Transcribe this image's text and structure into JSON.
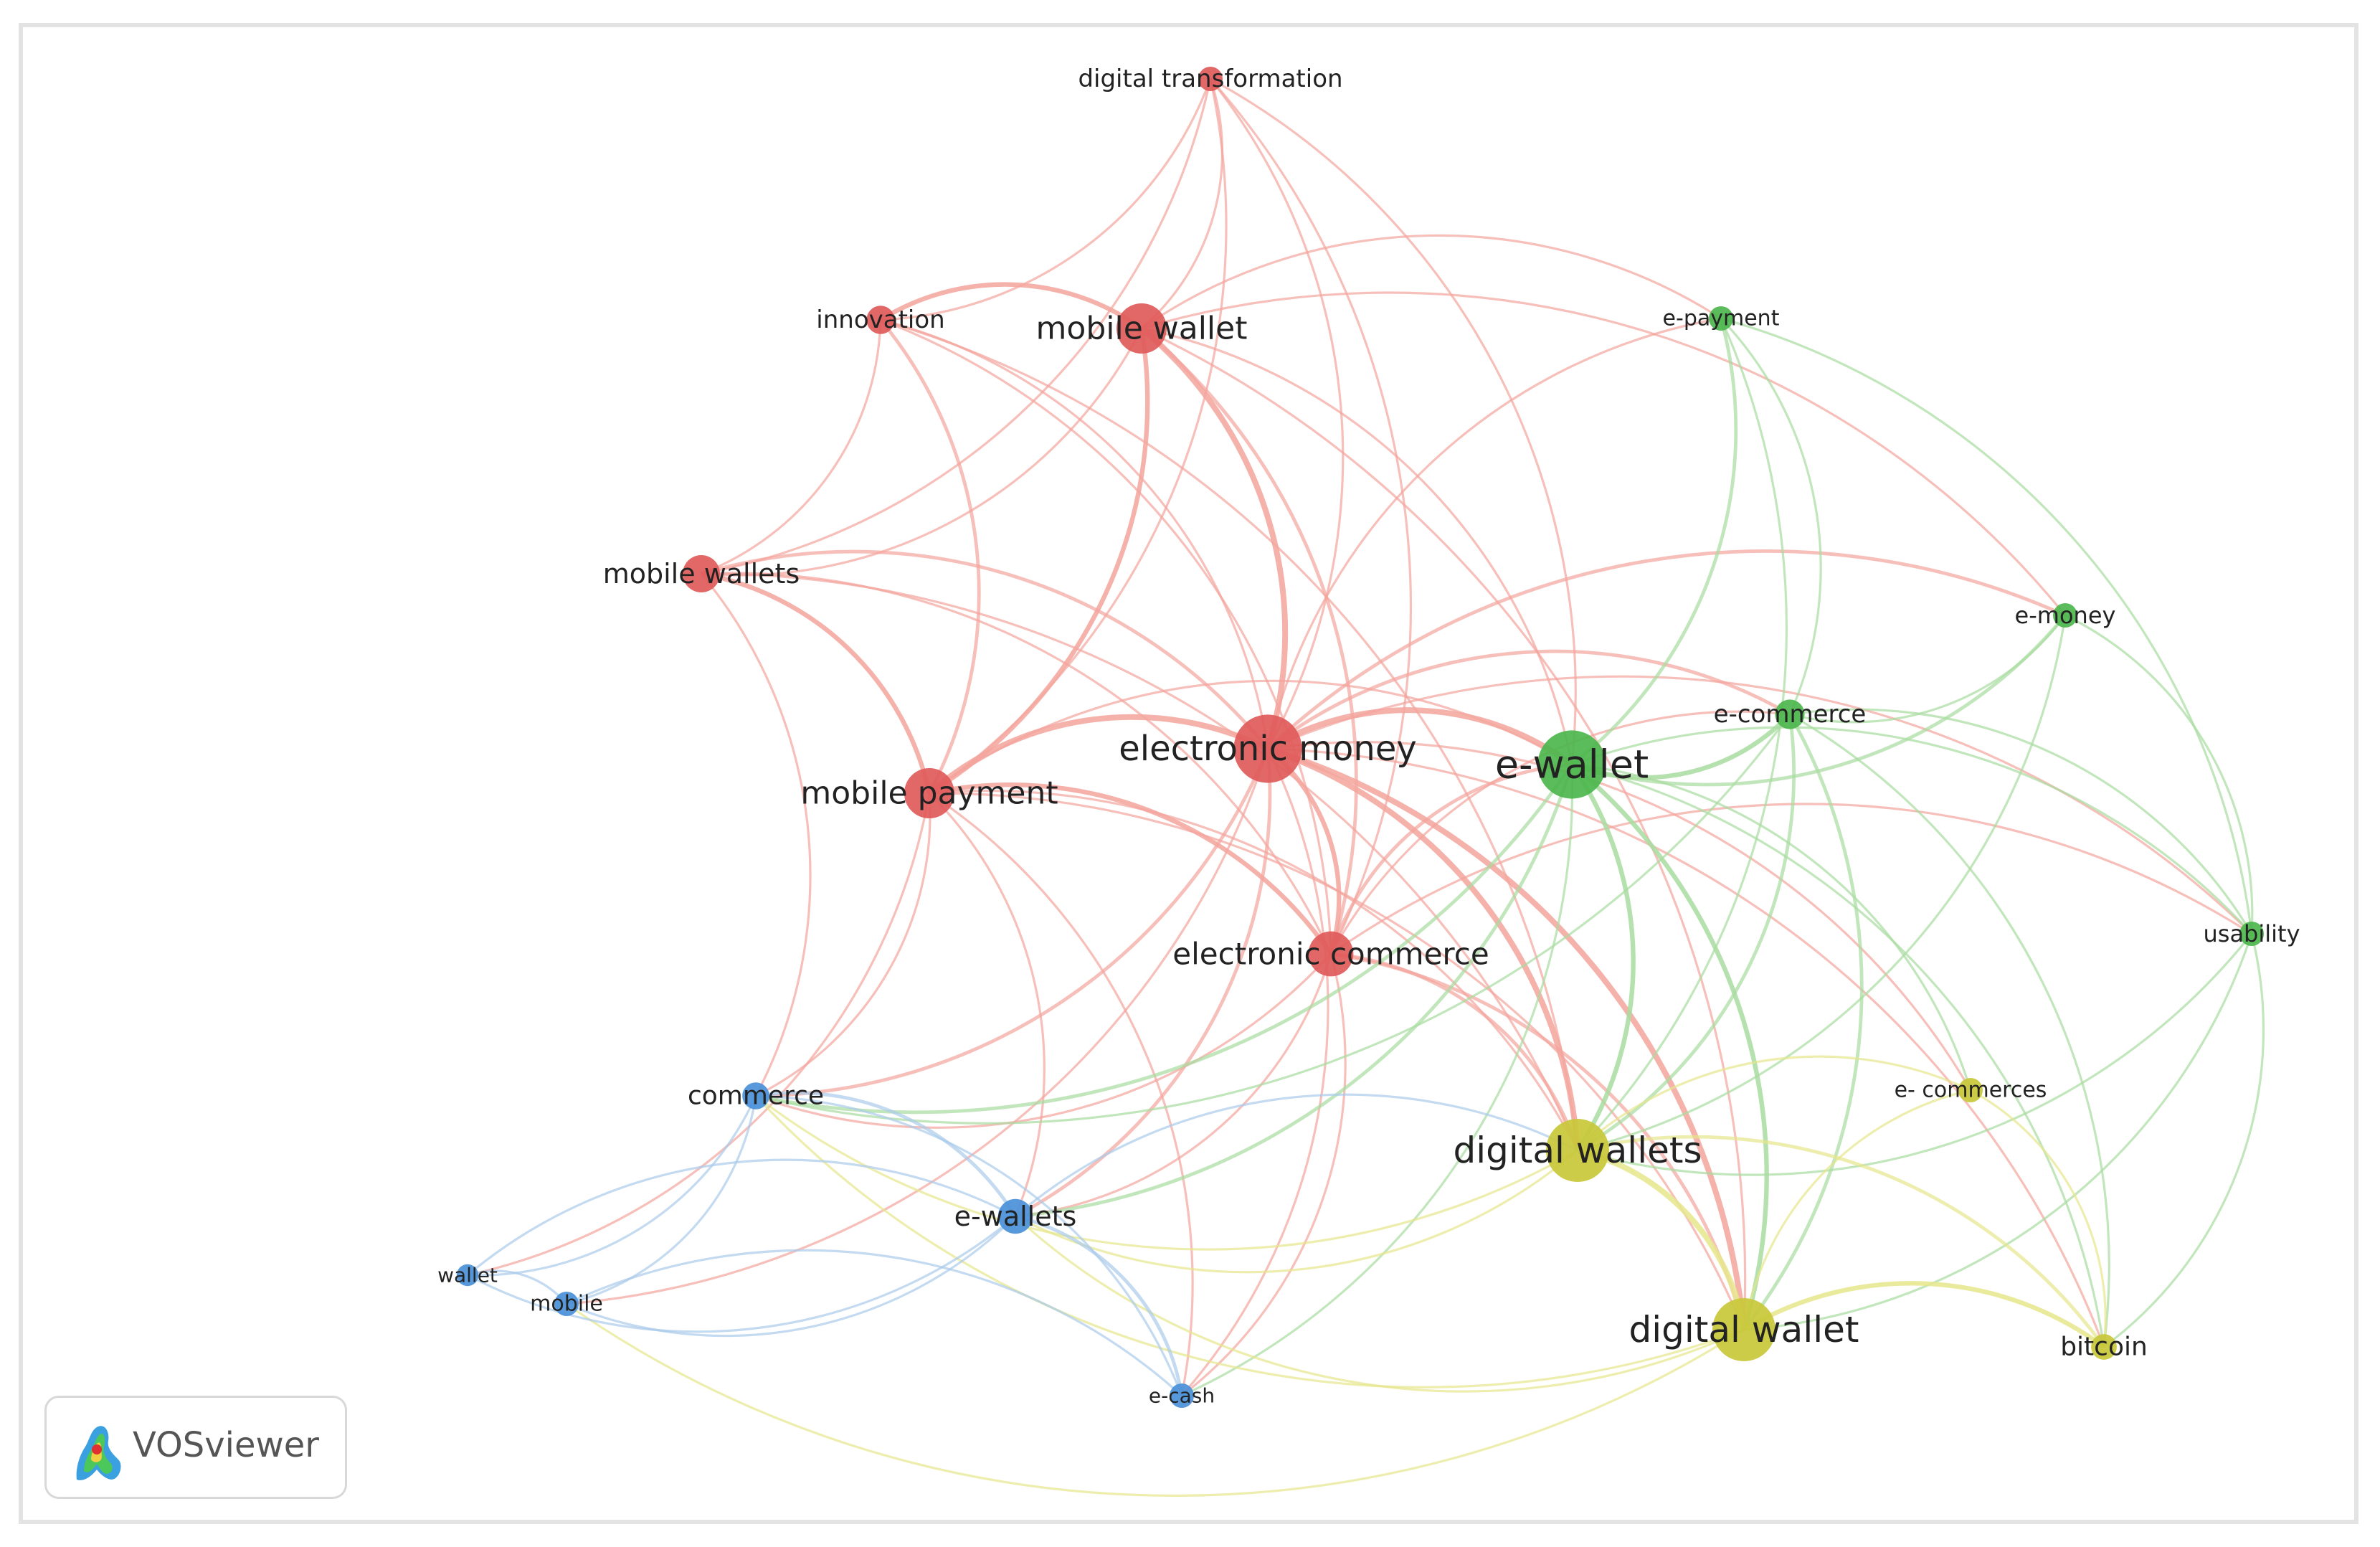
{
  "app": {
    "logo_text": "VOSviewer"
  },
  "clusters": {
    "1": "#e05a5a",
    "2": "#4cb64c",
    "3": "#c8c83a",
    "4": "#4a90d9"
  },
  "edge_colors": {
    "1": "#f3a49c",
    "2": "#a8dca0",
    "3": "#e6e68c",
    "4": "#a9cbea"
  },
  "nodes": [
    {
      "id": "digital_transformation",
      "label": "digital transformation",
      "cluster": 1,
      "weight": 1
    },
    {
      "id": "innovation",
      "label": "innovation",
      "cluster": 1,
      "weight": 1.3
    },
    {
      "id": "mobile_wallet",
      "label": "mobile wallet",
      "cluster": 1,
      "weight": 3
    },
    {
      "id": "mobile_wallets",
      "label": "mobile wallets",
      "cluster": 1,
      "weight": 2
    },
    {
      "id": "mobile_payment",
      "label": "mobile payment",
      "cluster": 1,
      "weight": 3
    },
    {
      "id": "electronic_money",
      "label": "electronic money",
      "cluster": 1,
      "weight": 4.4
    },
    {
      "id": "electronic_commerce",
      "label": "electronic commerce",
      "cluster": 1,
      "weight": 2.6
    },
    {
      "id": "e_payment",
      "label": "e-payment",
      "cluster": 2,
      "weight": 1
    },
    {
      "id": "e_money",
      "label": "e-money",
      "cluster": 2,
      "weight": 1
    },
    {
      "id": "e_commerce",
      "label": "e-commerce",
      "cluster": 2,
      "weight": 1.4
    },
    {
      "id": "e_wallet",
      "label": "e-wallet",
      "cluster": 2,
      "weight": 4.4
    },
    {
      "id": "usability",
      "label": "usability",
      "cluster": 2,
      "weight": 1
    },
    {
      "id": "digital_wallets",
      "label": "digital wallets",
      "cluster": 3,
      "weight": 4
    },
    {
      "id": "digital_wallet",
      "label": "digital wallet",
      "cluster": 3,
      "weight": 4
    },
    {
      "id": "e_commerces",
      "label": "e- commerces",
      "cluster": 3,
      "weight": 1
    },
    {
      "id": "bitcoin",
      "label": "bitcoin",
      "cluster": 3,
      "weight": 1.1
    },
    {
      "id": "commerce",
      "label": "commerce",
      "cluster": 4,
      "weight": 1.2
    },
    {
      "id": "e_wallets",
      "label": "e-wallets",
      "cluster": 4,
      "weight": 1.8
    },
    {
      "id": "wallet",
      "label": "wallet",
      "cluster": 4,
      "weight": 0.8
    },
    {
      "id": "mobile",
      "label": "mobile",
      "cluster": 4,
      "weight": 1
    },
    {
      "id": "e_cash",
      "label": "e-cash",
      "cluster": 4,
      "weight": 1
    }
  ],
  "links": [
    [
      "digital_transformation",
      "mobile_wallet",
      1
    ],
    [
      "digital_transformation",
      "innovation",
      1
    ],
    [
      "digital_transformation",
      "mobile_payment",
      1
    ],
    [
      "digital_transformation",
      "electronic_money",
      1
    ],
    [
      "digital_transformation",
      "e_wallet",
      1
    ],
    [
      "digital_transformation",
      "mobile_wallets",
      1
    ],
    [
      "digital_transformation",
      "electronic_commerce",
      1
    ],
    [
      "innovation",
      "mobile_wallet",
      3
    ],
    [
      "innovation",
      "mobile_wallets",
      1
    ],
    [
      "innovation",
      "mobile_payment",
      2
    ],
    [
      "innovation",
      "electronic_money",
      1
    ],
    [
      "innovation",
      "electronic_commerce",
      1
    ],
    [
      "innovation",
      "digital_wallets",
      1
    ],
    [
      "mobile_wallet",
      "mobile_wallets",
      1
    ],
    [
      "mobile_wallet",
      "mobile_payment",
      3
    ],
    [
      "mobile_wallet",
      "electronic_money",
      4
    ],
    [
      "mobile_wallet",
      "electronic_commerce",
      2
    ],
    [
      "mobile_wallet",
      "e_wallet",
      1
    ],
    [
      "mobile_wallet",
      "e_payment",
      1
    ],
    [
      "mobile_wallet",
      "digital_wallet",
      1
    ],
    [
      "mobile_wallet",
      "e_money",
      1
    ],
    [
      "mobile_wallets",
      "mobile_payment",
      3
    ],
    [
      "mobile_wallets",
      "electronic_money",
      2
    ],
    [
      "mobile_wallets",
      "electronic_commerce",
      1
    ],
    [
      "mobile_wallets",
      "commerce",
      1
    ],
    [
      "mobile_wallets",
      "digital_wallets",
      1
    ],
    [
      "mobile_payment",
      "electronic_money",
      4
    ],
    [
      "mobile_payment",
      "electronic_commerce",
      3
    ],
    [
      "mobile_payment",
      "e_wallet",
      1
    ],
    [
      "mobile_payment",
      "commerce",
      1
    ],
    [
      "mobile_payment",
      "e_wallets",
      1
    ],
    [
      "mobile_payment",
      "digital_wallet",
      1
    ],
    [
      "mobile_payment",
      "wallet",
      1
    ],
    [
      "mobile_payment",
      "digital_wallets",
      1
    ],
    [
      "mobile_payment",
      "e_cash",
      1
    ],
    [
      "electronic_money",
      "e_wallet",
      4
    ],
    [
      "electronic_money",
      "electronic_commerce",
      3
    ],
    [
      "electronic_money",
      "digital_wallets",
      4
    ],
    [
      "electronic_money",
      "digital_wallet",
      4
    ],
    [
      "electronic_money",
      "e_commerce",
      2
    ],
    [
      "electronic_money",
      "e_payment",
      1
    ],
    [
      "electronic_money",
      "e_money",
      2
    ],
    [
      "electronic_money",
      "commerce",
      2
    ],
    [
      "electronic_money",
      "e_wallets",
      2
    ],
    [
      "electronic_money",
      "bitcoin",
      1
    ],
    [
      "electronic_money",
      "usability",
      1
    ],
    [
      "electronic_money",
      "e_commerces",
      1
    ],
    [
      "electronic_money",
      "e_cash",
      1
    ],
    [
      "electronic_money",
      "mobile",
      1
    ],
    [
      "electronic_commerce",
      "e_wallet",
      2
    ],
    [
      "electronic_commerce",
      "digital_wallets",
      2
    ],
    [
      "electronic_commerce",
      "digital_wallet",
      2
    ],
    [
      "electronic_commerce",
      "e_commerce",
      1
    ],
    [
      "electronic_commerce",
      "e_wallets",
      1
    ],
    [
      "electronic_commerce",
      "commerce",
      1
    ],
    [
      "electronic_commerce",
      "e_cash",
      1
    ],
    [
      "electronic_commerce",
      "usability",
      1
    ],
    [
      "e_payment",
      "e_wallet",
      2
    ],
    [
      "e_payment",
      "e_commerce",
      1
    ],
    [
      "e_payment",
      "usability",
      1
    ],
    [
      "e_payment",
      "digital_wallets",
      1
    ],
    [
      "e_money",
      "e_wallet",
      2
    ],
    [
      "e_money",
      "e_commerce",
      1
    ],
    [
      "e_money",
      "usability",
      1
    ],
    [
      "e_money",
      "digital_wallets",
      1
    ],
    [
      "e_commerce",
      "e_wallet",
      3
    ],
    [
      "e_commerce",
      "usability",
      1
    ],
    [
      "e_commerce",
      "digital_wallets",
      2
    ],
    [
      "e_commerce",
      "digital_wallet",
      2
    ],
    [
      "e_commerce",
      "bitcoin",
      1
    ],
    [
      "e_commerce",
      "commerce",
      1
    ],
    [
      "e_wallet",
      "digital_wallets",
      3
    ],
    [
      "e_wallet",
      "digital_wallet",
      3
    ],
    [
      "e_wallet",
      "usability",
      1
    ],
    [
      "e_wallet",
      "e_wallets",
      2
    ],
    [
      "e_wallet",
      "commerce",
      2
    ],
    [
      "e_wallet",
      "e_cash",
      1
    ],
    [
      "e_wallet",
      "bitcoin",
      1
    ],
    [
      "e_wallet",
      "e_commerces",
      1
    ],
    [
      "usability",
      "digital_wallet",
      1
    ],
    [
      "usability",
      "bitcoin",
      1
    ],
    [
      "usability",
      "digital_wallets",
      1
    ],
    [
      "digital_wallets",
      "digital_wallet",
      4
    ],
    [
      "digital_wallets",
      "bitcoin",
      2
    ],
    [
      "digital_wallets",
      "e_commerces",
      1
    ],
    [
      "digital_wallets",
      "commerce",
      1
    ],
    [
      "digital_wallets",
      "e_wallets",
      1
    ],
    [
      "digital_wallet",
      "bitcoin",
      3
    ],
    [
      "digital_wallet",
      "e_commerces",
      1
    ],
    [
      "digital_wallet",
      "e_wallets",
      1
    ],
    [
      "digital_wallet",
      "mobile",
      1
    ],
    [
      "digital_wallet",
      "commerce",
      1
    ],
    [
      "e_commerces",
      "bitcoin",
      1
    ],
    [
      "commerce",
      "e_wallets",
      2
    ],
    [
      "commerce",
      "wallet",
      1
    ],
    [
      "commerce",
      "mobile",
      1
    ],
    [
      "commerce",
      "e_cash",
      1
    ],
    [
      "e_wallets",
      "mobile",
      1
    ],
    [
      "e_wallets",
      "e_cash",
      2
    ],
    [
      "e_wallets",
      "wallet",
      1
    ],
    [
      "e_wallets",
      "digital_wallets",
      1
    ],
    [
      "wallet",
      "mobile",
      1
    ],
    [
      "wallet",
      "e_wallets",
      1
    ],
    [
      "mobile",
      "e_cash",
      1
    ]
  ]
}
